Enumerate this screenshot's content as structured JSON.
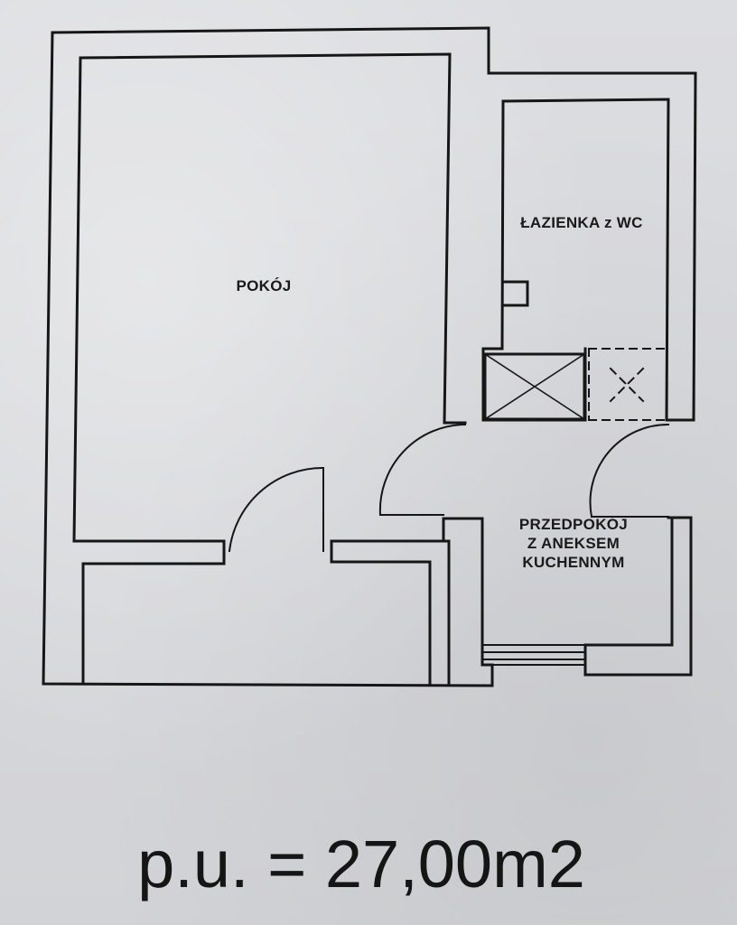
{
  "rooms": {
    "pokoj": "POKÓJ",
    "lazienka": "ŁAZIENKA z WC",
    "przedpokoj_line1": "PRZEDPOKÓJ",
    "przedpokoj_line2": "Z ANEKSEM",
    "przedpokoj_line3": "KUCHENNYM"
  },
  "area_label": "p.u. = 27,00m2",
  "colors": {
    "paper": "#d9dadc",
    "ink": "#1a1a1a"
  }
}
